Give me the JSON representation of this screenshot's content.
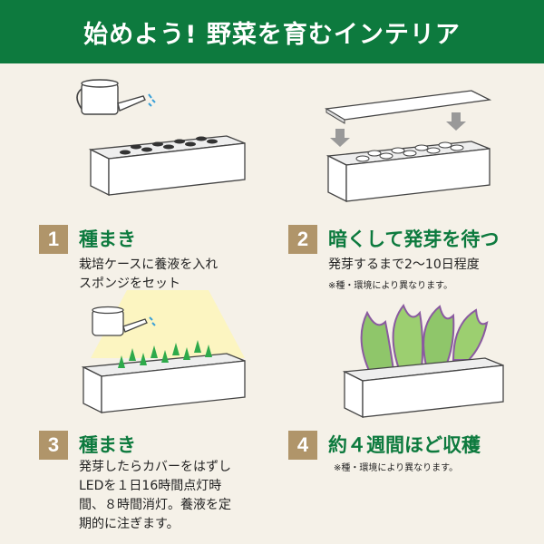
{
  "header": {
    "title": "始めよう! 野菜を育むインテリア"
  },
  "steps": [
    {
      "num": "1",
      "title": "種まき",
      "desc": "栽培ケースに養液を入れ\nスポンジをセット"
    },
    {
      "num": "2",
      "title": "暗くして発芽を待つ",
      "desc": "発芽するまで2～10日程度",
      "note": "※種・環境により異なります。"
    },
    {
      "num": "3",
      "title": "種まき",
      "desc": "発芽したらカバーをはずし\nLEDを１日16時間点灯時\n間、８時間消灯。養液を定\n期的に注ぎます。"
    },
    {
      "num": "4",
      "title": "約４週間ほど収穫",
      "note": "※種・環境により異なります。"
    }
  ],
  "colors": {
    "accent": "#0d7a3e",
    "badge": "#b0956a",
    "background": "#f5f1e8"
  }
}
